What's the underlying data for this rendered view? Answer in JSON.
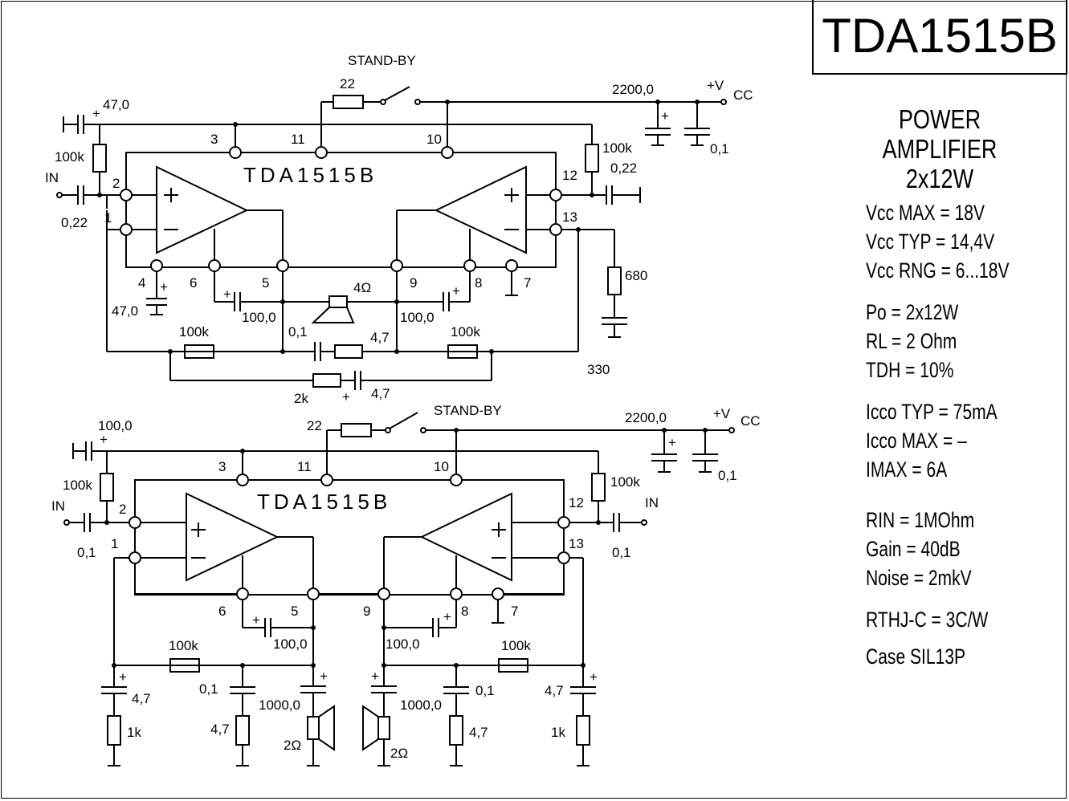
{
  "title": "TDA1515B",
  "subtitle": [
    "POWER AMPLIFIER",
    "2x12W"
  ],
  "specs": [
    "Vcc MAX = 18V",
    "Vcc TYP = 14,4V",
    "Vcc RNG = 6...18V",
    "Po = 2x12W",
    "RL = 2 Ohm",
    "TDH = 10%",
    "Icco TYP = 75mA",
    "Icco MAX = –",
    "IMAX = 6A",
    "RIN = 1MOhm",
    "Gain = 40dB",
    "Noise = 2mkV",
    "RTHJ-C = 3C/W",
    "Case SIL13P"
  ],
  "top_circuit": {
    "chip_label": "TDA1515B",
    "standby_label": "STAND-BY",
    "vcc_label": "+V",
    "vcc_sub": "CC",
    "in_label": "IN",
    "pins": [
      "3",
      "11",
      "10",
      "2",
      "1",
      "12",
      "13",
      "4",
      "6",
      "5",
      "9",
      "8",
      "7"
    ],
    "components": {
      "r_standby": "22",
      "c_supply": "2200,0",
      "c_supply_small": "0,1",
      "c_in_bootstrap": "47,0",
      "r_in_bias": "100k",
      "c_in": "0,22",
      "c_in_pin1": "0,22",
      "r_right_bias": "100k",
      "c_right": "0,22",
      "r_zobel": "680",
      "c_zobel": "330",
      "c_pin4": "47,0",
      "c_left_out": "100,0",
      "c_right_out": "100,0",
      "speaker": "4Ω",
      "c_bottom": "0,1",
      "r_bottom": "4,7",
      "r_fb_left": "100k",
      "r_fb_right": "100k",
      "r_series": "2k",
      "c_series": "4,7"
    }
  },
  "bottom_circuit": {
    "chip_label": "TDA1515B",
    "standby_label": "STAND-BY",
    "vcc_label": "+V",
    "vcc_sub": "CC",
    "in_left_label": "IN",
    "in_right_label": "IN",
    "pins": [
      "3",
      "11",
      "10",
      "2",
      "1",
      "12",
      "13",
      "6",
      "5",
      "9",
      "8",
      "7"
    ],
    "components": {
      "r_standby": "22",
      "c_supply": "2200,0",
      "c_supply_small": "0,1",
      "c_in_bootstrap": "100,0",
      "r_in_bias": "100k",
      "c_in_left": "0,1",
      "r_right_bias": "100k",
      "c_in_right": "0,1",
      "c_left_boot": "100,0",
      "c_right_boot": "100,0",
      "r_fb_left": "100k",
      "r_fb_right": "100k",
      "c_left_fb": "4,7",
      "r_left_fb": "1k",
      "c_left_zobel": "0,1",
      "r_left_zobel": "4,7",
      "c_left_out": "1000,0",
      "speaker_left": "2Ω",
      "c_right_out": "1000,0",
      "speaker_right": "2Ω",
      "c_right_zobel": "0,1",
      "r_right_zobel": "4,7",
      "c_right_fb": "4,7",
      "r_right_fb": "1k"
    }
  }
}
